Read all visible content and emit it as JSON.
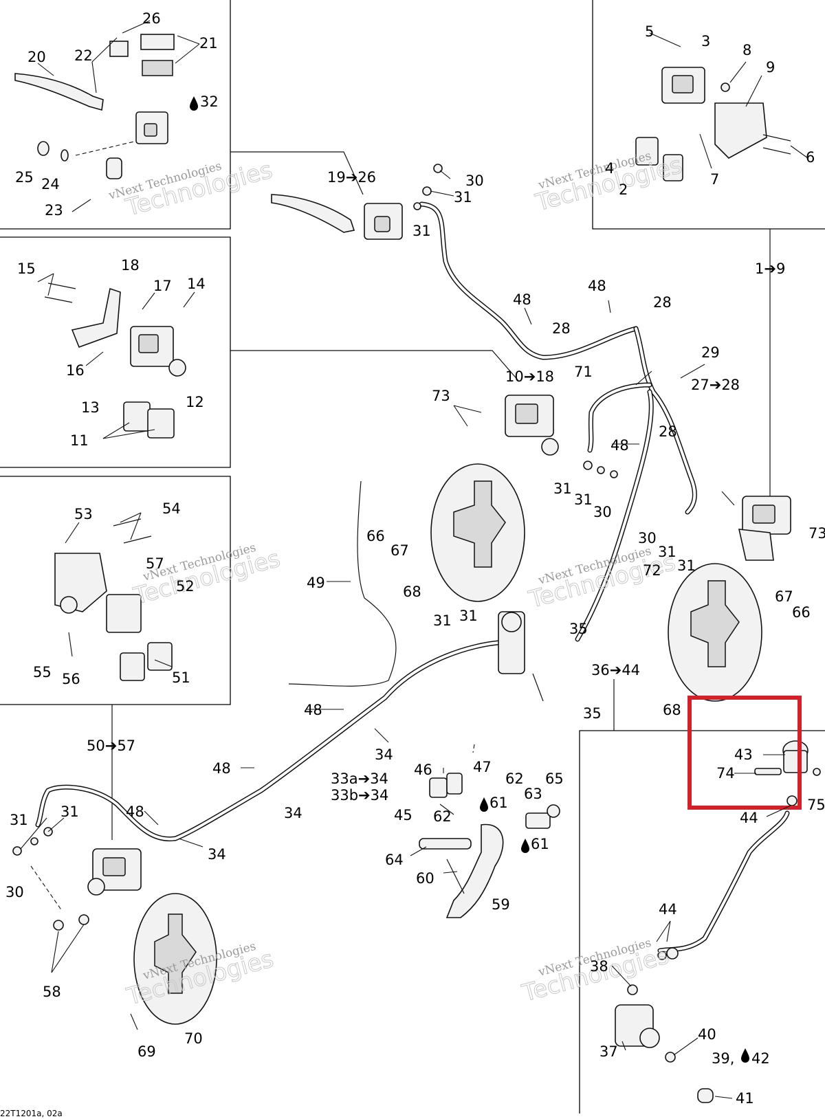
{
  "labels": {
    "l20": "20",
    "l22": "22",
    "l26": "26",
    "l21": "21",
    "l32": "32",
    "l25": "25",
    "l24": "24",
    "l23": "23",
    "l5": "5",
    "l3": "3",
    "l8": "8",
    "l9": "9",
    "l4": "4",
    "l2": "2",
    "l7": "7",
    "l6": "6",
    "l19_26": "19➔26",
    "l30a": "30",
    "l31a": "31",
    "l31b": "31",
    "l1_9": "1➔9",
    "l15": "15",
    "l18": "18",
    "l17": "17",
    "l14": "14",
    "l16": "16",
    "l12": "12",
    "l13": "13",
    "l11": "11",
    "l48a": "48",
    "l28a": "28",
    "l48b": "48",
    "l28b": "28",
    "l29": "29",
    "l71": "71",
    "l27_28": "27➔28",
    "l10_18": "10➔18",
    "l73a": "73",
    "l48c": "48",
    "l28c": "28",
    "l31c": "31",
    "l31d": "31",
    "l30b": "30",
    "l53": "53",
    "l54": "54",
    "l57": "57",
    "l52": "52",
    "l55": "55",
    "l56": "56",
    "l51": "51",
    "l66a": "66",
    "l67a": "67",
    "l68a": "68",
    "l49": "49",
    "l30c": "30",
    "l31e": "31",
    "l31f": "31",
    "l73b": "73",
    "l72": "72",
    "l67b": "67",
    "l66b": "66",
    "l68b": "68",
    "l31g": "31",
    "l31h": "31",
    "l35a": "35",
    "l36_44": "36➔44",
    "l35b": "35",
    "l48d": "48",
    "l34a": "34",
    "l50_57": "50➔57",
    "l48e": "48",
    "l33": "33a➔34",
    "l33b": "33b➔34",
    "l34b": "34",
    "l46": "46",
    "l47": "47",
    "l62a": "62",
    "l65": "65",
    "l45": "45",
    "l61a": "61",
    "l63": "63",
    "l62b": "62",
    "l61b": "61",
    "l64": "64",
    "l60": "60",
    "l59": "59",
    "l31i": "31",
    "l31j": "31",
    "l48f": "48",
    "l34c": "34",
    "l30d": "30",
    "l58": "58",
    "l69": "69",
    "l70": "70",
    "l43": "43",
    "l74": "74",
    "l75": "75",
    "l44a": "44",
    "l44b": "44",
    "l38": "38",
    "l40": "40",
    "l37": "37",
    "l39_42": "39, ",
    "l42": "42",
    "l41": "41",
    "footer_code": "22T1201a, 02a"
  },
  "watermark": {
    "line1": "vNext",
    "line2": "vNext Technologies",
    "line3": "Technologies"
  },
  "highlight": {
    "color": "#d3202a",
    "target_labels": [
      "43",
      "74",
      "75"
    ]
  },
  "icons": {
    "fluid_drop": "fluid-drop-icon",
    "arrow": "➔"
  }
}
